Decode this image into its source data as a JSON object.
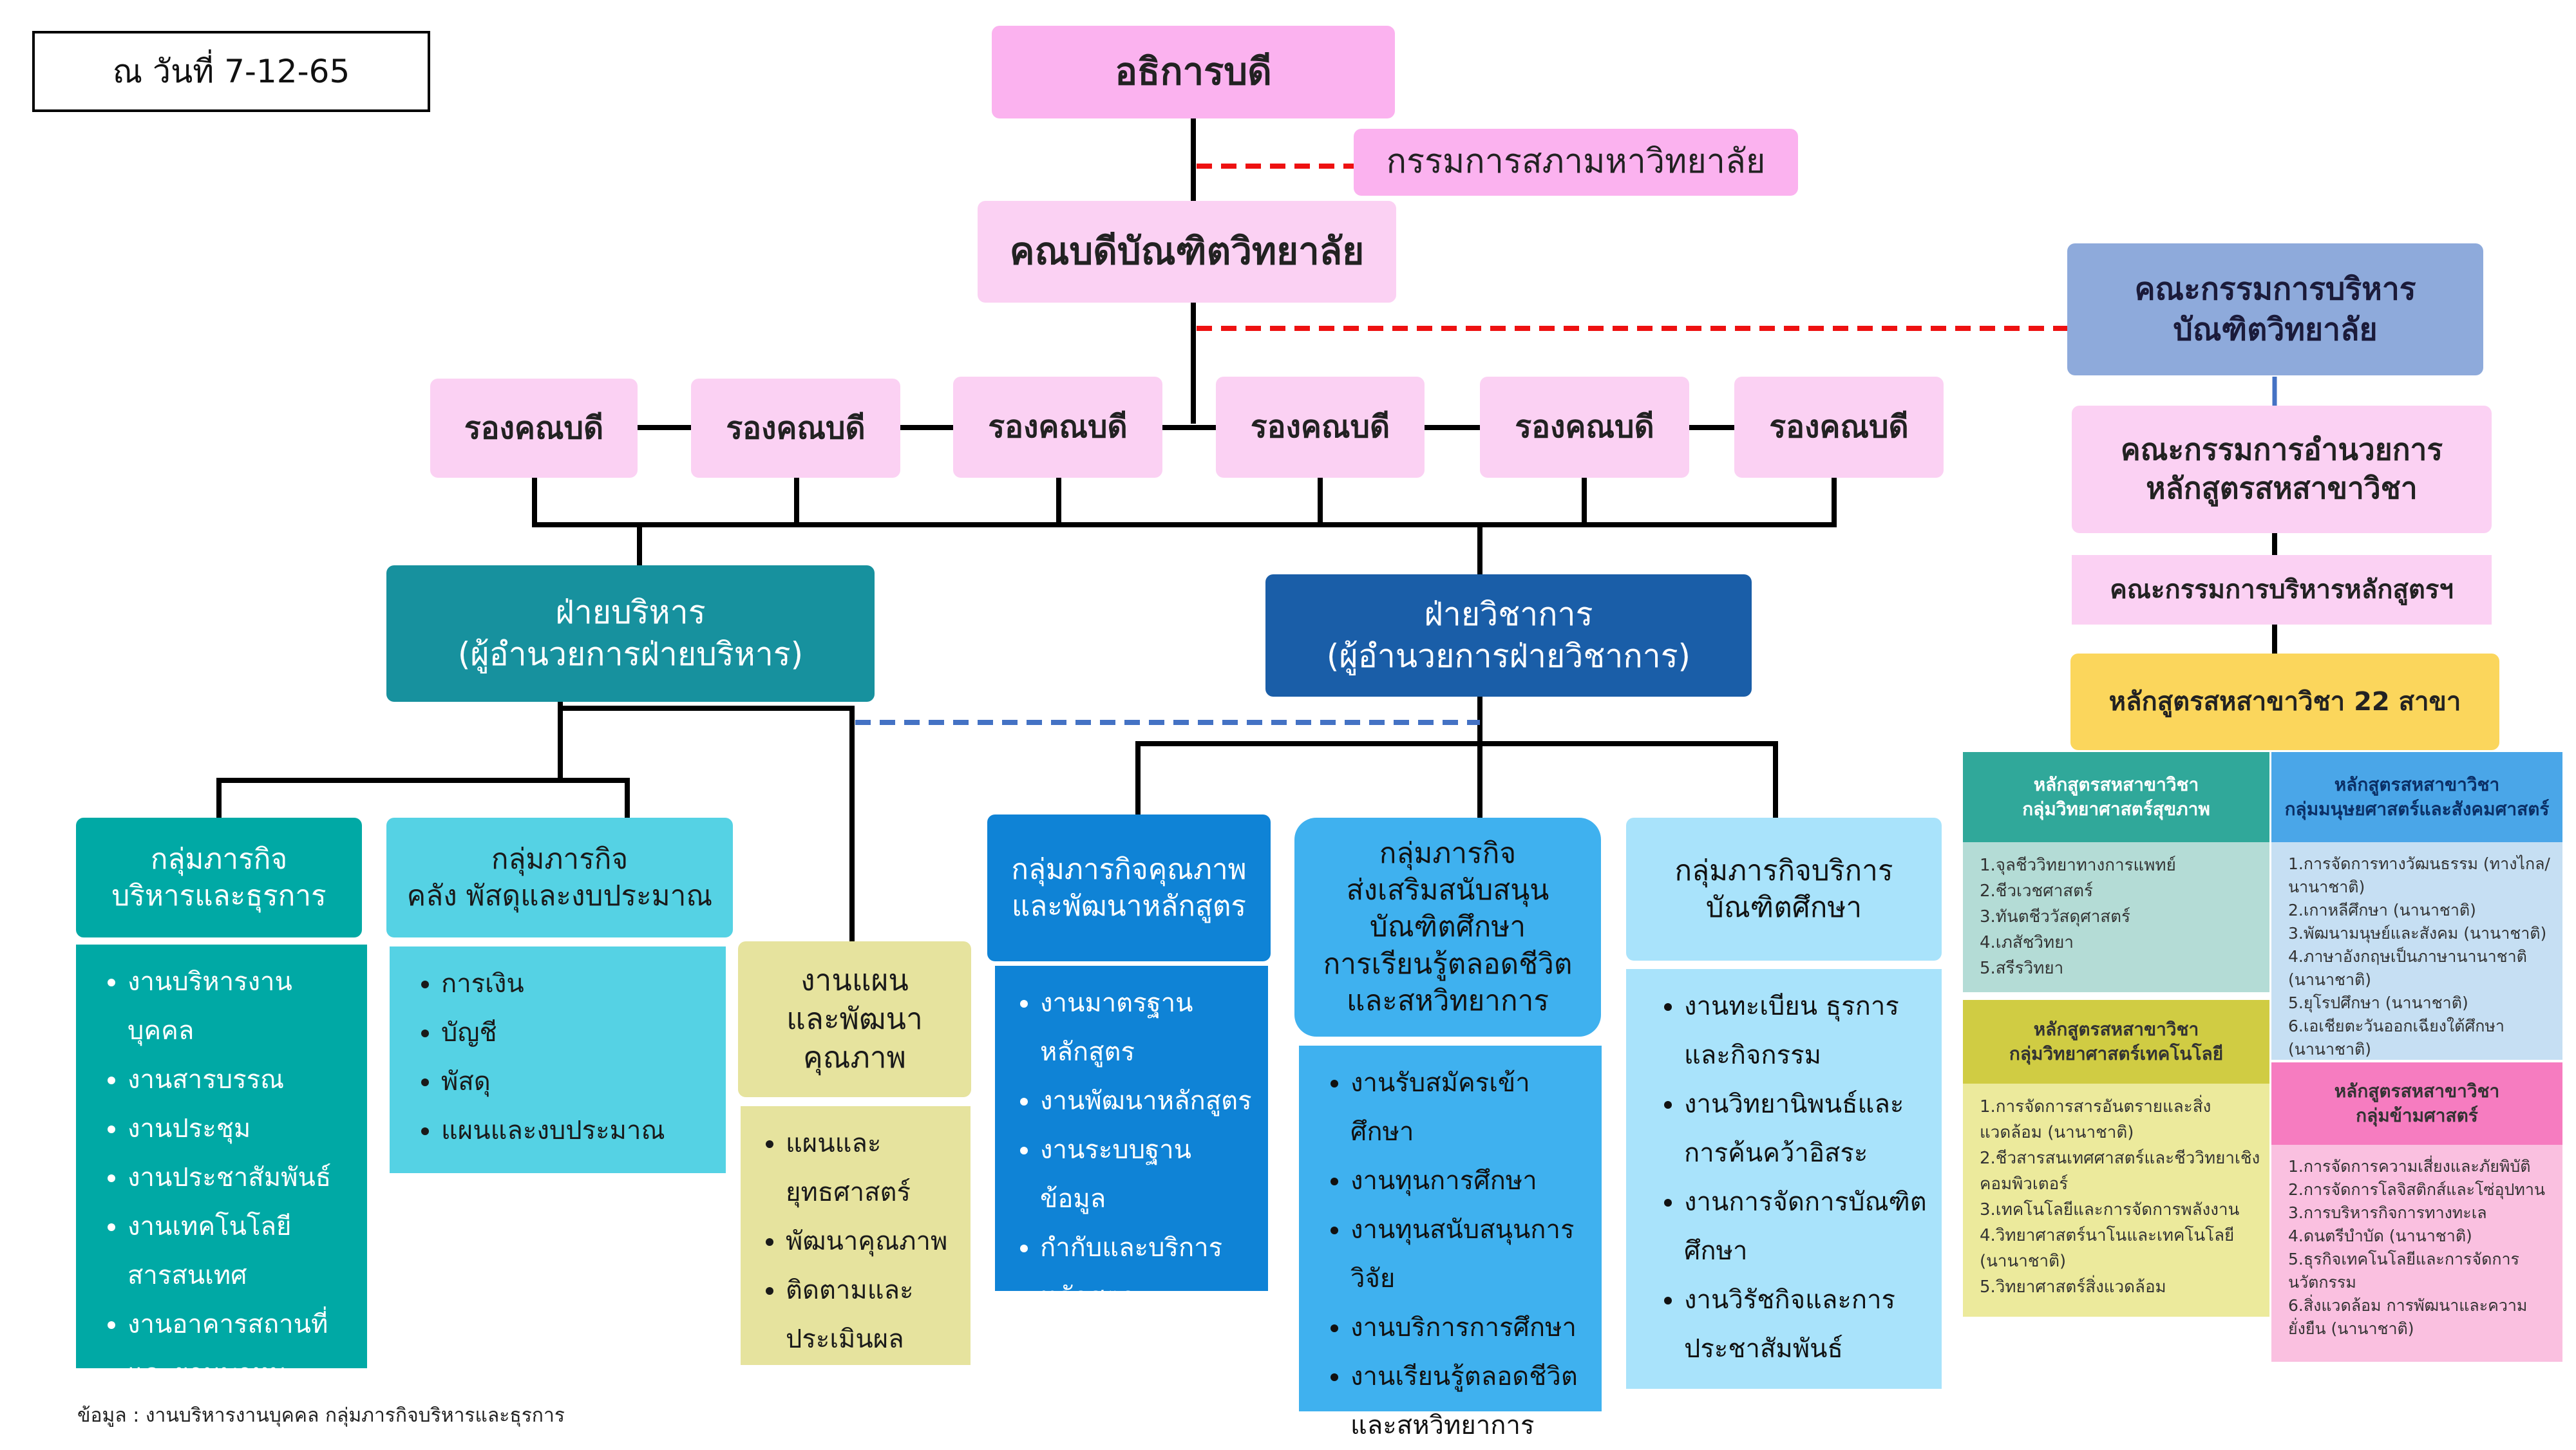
{
  "date_label": "ณ วันที่ 7-12-65",
  "top": {
    "president": "อธิการบดี",
    "university_council": "กรรมการสภามหาวิทยาลัย",
    "dean": "คณบดีบัณฑิตวิทยาลัย",
    "executive_committee": "คณะกรรมการบริหาร\nบัณฑิตวิทยาลัย"
  },
  "vice_deans": [
    "รองคณบดี",
    "รองคณบดี",
    "รองคณบดี",
    "รองคณบดี",
    "รองคณบดี",
    "รองคณบดี"
  ],
  "right_column": {
    "committee_1": "คณะกรรมการอำนวยการ\nหลักสูตรสหสาขาวิชา",
    "committee_2": "คณะกรรมการบริหารหลักสูตรฯ",
    "programs": "หลักสูตรสหสาขาวิชา 22 สาขา"
  },
  "divisions": {
    "admin": "ฝ่ายบริหาร\n(ผู้อำนวยการฝ่ายบริหาร)",
    "academic": "ฝ่ายวิชาการ\n(ผู้อำนวยการฝ่ายวิชาการ)"
  },
  "groups": [
    {
      "title": "กลุ่มภารกิจ\nบริหารและธุรการ",
      "items": [
        "งานบริหารงานบุคคล",
        "งานสารบรรณ",
        "งานประชุม",
        "งานประชาสัมพันธ์",
        "งานเทคโนโลยีสารสนเทศ",
        "งานอาคารสถานที่และยานพาหนะ"
      ]
    },
    {
      "title": "กลุ่มภารกิจ\nคลัง พัสดุและงบประมาณ",
      "items": [
        "การเงิน",
        "บัญชี",
        "พัสดุ",
        "แผนและงบประมาณ"
      ]
    },
    {
      "title": "งานแผน\nและพัฒนา\nคุณภาพ",
      "items": [
        "แผนและยุทธศาสตร์",
        "พัฒนาคุณภาพ",
        "ติดตามและประเมินผล"
      ]
    },
    {
      "title": "กลุ่มภารกิจคุณภาพ\nและพัฒนาหลักสูตร",
      "items": [
        "งานมาตรฐานหลักสูตร",
        "งานพัฒนาหลักสูตร",
        "งานระบบฐานข้อมูล",
        "กำกับและบริการหลักสูตร"
      ]
    },
    {
      "title": "กลุ่มภารกิจ\nส่งเสริมสนับสนุน\nบัณฑิตศึกษา\nการเรียนรู้ตลอดชีวิต\nและสหวิทยาการ",
      "items": [
        "งานรับสมัครเข้าศึกษา",
        "งานทุนการศึกษา",
        "งานทุนสนับสนุนการวิจัย",
        "งานบริการการศึกษา",
        "งานเรียนรู้ตลอดชีวิตและสหวิทยาการ"
      ]
    },
    {
      "title": "กลุ่มภารกิจบริการ\nบัณฑิตศึกษา",
      "items": [
        "งานทะเบียน ธุรการและกิจกรรม",
        "งานวิทยานิพนธ์และการค้นคว้าอิสระ",
        "งานการจัดการบัณฑิตศึกษา",
        "งานวิรัชกิจและการประชาสัมพันธ์"
      ]
    }
  ],
  "program_groups": [
    {
      "title": "หลักสูตรสหสาขาวิชา\nกลุ่มวิทยาศาสตร์สุขภาพ",
      "items": [
        "1.จุลชีววิทยาทางการแพทย์",
        "2.ชีวเวชศาสตร์",
        "3.ทันตชีววัสดุศาสตร์",
        "4.เภสัชวิทยา",
        "5.สรีรวิทยา"
      ]
    },
    {
      "title": "หลักสูตรสหสาขาวิชา\nกลุ่มมนุษยศาสตร์และสังคมศาสตร์",
      "items": [
        "1.การจัดการทางวัฒนธรรม (ทางไกล/นานาชาติ)",
        "2.เกาหลีศึกษา (นานาชาติ)",
        "3.พัฒนามนุษย์และสังคม (นานาชาติ)",
        "4.ภาษาอังกฤษเป็นภาษานานาชาติ (นานาชาติ)",
        "5.ยุโรปศึกษา (นานาชาติ)",
        "6.เอเชียตะวันออกเฉียงใต้ศึกษา (นานาชาติ)"
      ]
    },
    {
      "title": "หลักสูตรสหสาขาวิชา\nกลุ่มวิทยาศาสตร์เทคโนโลยี",
      "items": [
        "1.การจัดการสารอันตรายและสิ่งแวดล้อม (นานาชาติ)",
        "2.ชีวสารสนเทศศาสตร์และชีววิทยาเชิงคอมพิวเตอร์",
        "3.เทคโนโลยีและการจัดการพลังงาน",
        "4.วิทยาศาสตร์นาโนและเทคโนโลยี (นานาชาติ)",
        "5.วิทยาศาสตร์สิ่งแวดล้อม"
      ]
    },
    {
      "title": "หลักสูตรสหสาขาวิชา\nกลุ่มข้ามศาสตร์",
      "items": [
        "1.การจัดการความเสี่ยงและภัยพิบัติ",
        "2.การจัดการโลจิสติกส์และโซ่อุปทาน",
        "3.การบริหารกิจการทางทะเล",
        "4.ดนตรีบำบัด (นานาชาติ)",
        "5.ธุรกิจเทคโนโลยีและการจัดการนวัตกรรม",
        "6.สิ่งแวดล้อม การพัฒนาและความยั่งยืน (นานาชาติ)"
      ]
    }
  ],
  "source_note": "ข้อมูล : งานบริหารงานบุคคล กลุ่มภารกิจบริหารและธุรการ",
  "colors": {
    "pink_light": "#fbd1f3",
    "pink_strong": "#fbb2ef",
    "committee_blue": "#8eaadb",
    "admin_teal": "#17919e",
    "academic_navy": "#1a5ea8",
    "teal_group": "#00a9a5",
    "cyan_group": "#55d2e4",
    "khaki_group": "#e6e39e",
    "blue_group": "#0f83d6",
    "sky_group": "#3fb1ef",
    "pale_blue_group": "#a9e3fb",
    "yellow_programs": "#fbd65c",
    "dashed_red": "#ee1111",
    "dashed_blue": "#4472c4"
  }
}
